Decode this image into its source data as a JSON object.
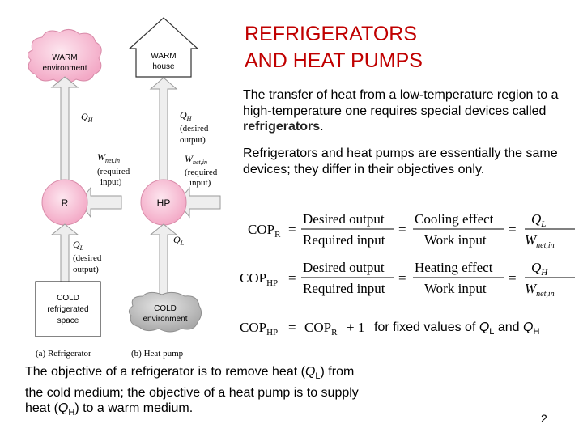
{
  "title": {
    "line1": "REFRIGERATORS",
    "line2": "AND HEAT PUMPS"
  },
  "paragraphs": {
    "p1_before": "The transfer of heat from a low-temperature region to a high-temperature one requires special devices called ",
    "p1_bold": "refrigerators",
    "p1_after": ".",
    "p2": "Refrigerators and heat pumps are essentially the same devices; they differ in their objectives only."
  },
  "diagram": {
    "warm_env_1": "WARM",
    "warm_env_2": "environment",
    "warm_house_1": "WARM",
    "warm_house_2": "house",
    "qh_left": "Q",
    "qh_sub": "H",
    "qh_right_1": "(desired",
    "qh_right_2": "output)",
    "wnet_left_1": "(required",
    "wnet_left_2": "input)",
    "wnet_right_1": "(required",
    "wnet_right_2": "input)",
    "wnet_main": "W",
    "wnet_sub": "net,in",
    "r_label": "R",
    "hp_label": "HP",
    "ql_left_1": "(desired",
    "ql_left_2": "output)",
    "ql_sub": "L",
    "cold_space_1": "COLD",
    "cold_space_2": "refrigerated",
    "cold_space_3": "space",
    "cold_env_1": "COLD",
    "cold_env_2": "environment",
    "caption_a": "(a) Refrigerator",
    "caption_b": "(b) Heat pump"
  },
  "equations": {
    "cop": "COP",
    "sub_r": "R",
    "sub_hp": "HP",
    "desired_output": "Desired output",
    "required_input": "Required input",
    "cooling_effect": "Cooling effect",
    "heating_effect": "Heating effect",
    "work_input": "Work input",
    "q": "Q",
    "sub_l": "L",
    "sub_h": "H",
    "w": "W",
    "sub_netin": "net,in",
    "plus_one": "+ 1"
  },
  "fixed_note": {
    "prefix": "for fixed values of ",
    "q": "Q",
    "sub_l": "L",
    "and": " and ",
    "sub_h": "H"
  },
  "bottom_text": {
    "part1": "The objective of a refrigerator is to remove heat (",
    "q1": "Q",
    "sub1": "L",
    "part2": ") from the cold medium; the objective of a heat pump is to supply heat (",
    "q2": "Q",
    "sub2": "H",
    "part3": ") to a warm medium."
  },
  "page_number": "2",
  "colors": {
    "title": "#c00000",
    "pink": "#f6bcd2",
    "pink_stroke": "#d88aa8",
    "arrow_fill": "#eeeeee",
    "arrow_stroke": "#9a9a9a",
    "cold_env": "#bdbdbd"
  }
}
